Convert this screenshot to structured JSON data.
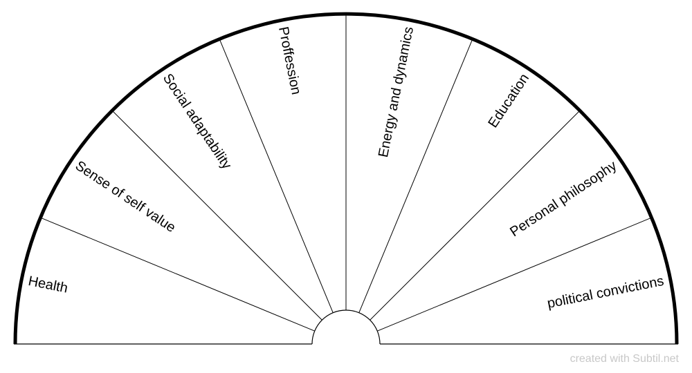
{
  "chart_data": {
    "type": "pendulum_chart",
    "sectors": [
      "Health",
      "Sense of self value",
      "Social adaptability",
      "Proffession",
      "Energy and dynamics",
      "Education",
      "Personal philosophy",
      "political convictions"
    ]
  },
  "colors": {
    "background": "#ffffff",
    "line": "#000000",
    "watermark": "#c8c8c8"
  },
  "footer": {
    "watermark": "created with Subtil.net"
  }
}
